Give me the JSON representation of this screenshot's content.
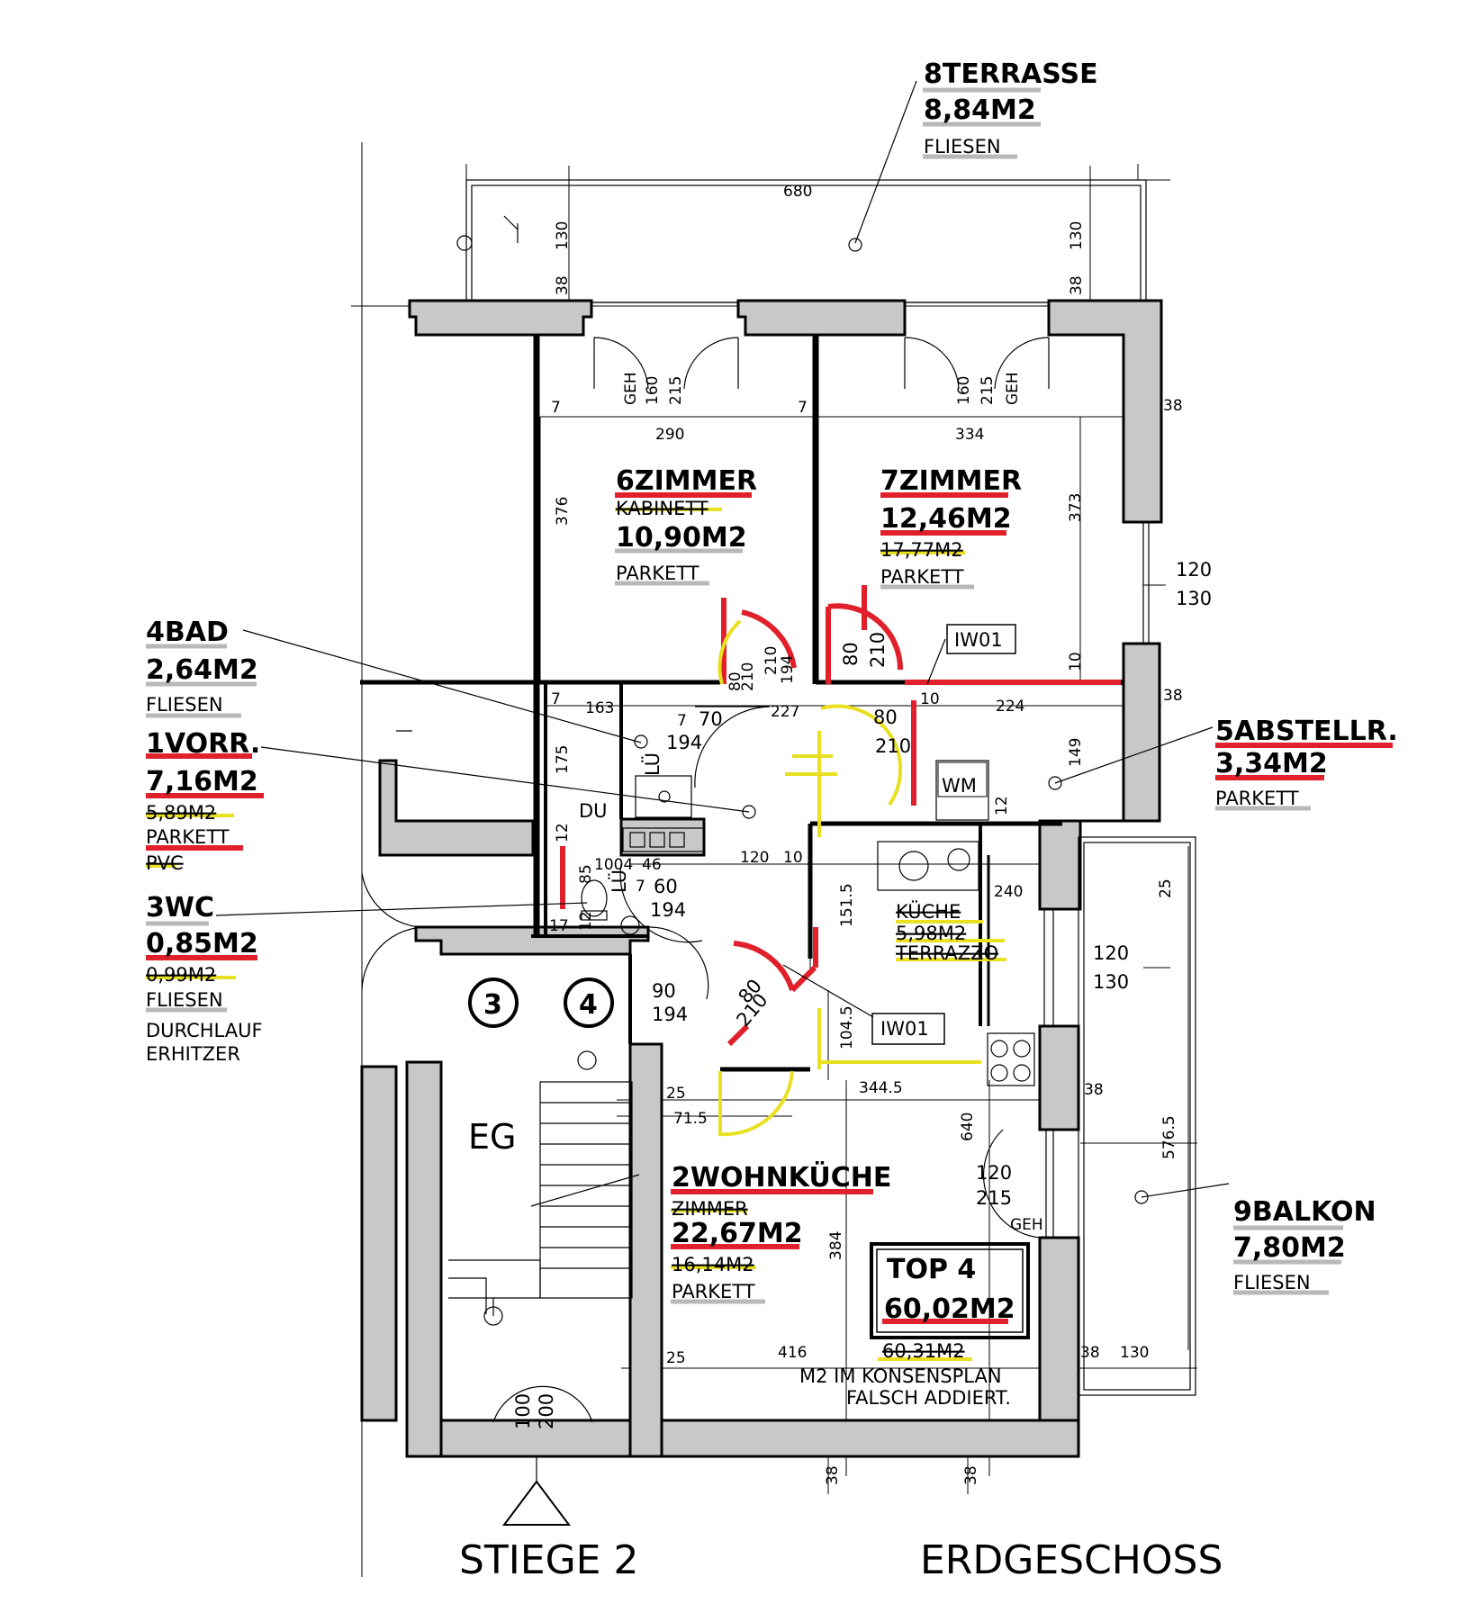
{
  "rooms": {
    "terrasse": {
      "name": "8TERRASSE",
      "area": "8,84M2",
      "floor": "FLIESEN"
    },
    "zimmer6": {
      "name": "6ZIMMER",
      "old_name": "KABINETT",
      "area": "10,90M2",
      "floor": "PARKETT"
    },
    "zimmer7": {
      "name": "7ZIMMER",
      "area": "12,46M2",
      "old_area": "17,77M2",
      "floor": "PARKETT"
    },
    "bad": {
      "name": "4BAD",
      "area": "2,64M2",
      "floor": "FLIESEN"
    },
    "vorr": {
      "name": "1VORR.",
      "area": "7,16M2",
      "old_area": "5,89M2",
      "floor": "PARKETT",
      "old_floor": "PVC"
    },
    "wc": {
      "name": "3WC",
      "area": "0,85M2",
      "old_area": "0,99M2",
      "floor": "FLIESEN",
      "note1": "DURCHLAUF",
      "note2": "ERHITZER"
    },
    "abstellr": {
      "name": "5ABSTELLR.",
      "area": "3,34M2",
      "floor": "PARKETT"
    },
    "kueche": {
      "name": "KÜCHE",
      "area": "5,98M2",
      "floor": "TERRAZZO"
    },
    "wohnkueche": {
      "name": "2WOHNKÜCHE",
      "old_name": "ZIMMER",
      "area": "22,67M2",
      "old_area": "16,14M2",
      "floor": "PARKETT"
    },
    "balkon": {
      "name": "9BALKON",
      "area": "7,80M2",
      "floor": "FLIESEN"
    }
  },
  "top": {
    "label": "TOP 4",
    "area": "60,02M2",
    "old_area": "60,31M2",
    "note1": "M2 IM KONSENSPLAN",
    "note2": "FALSCH ADDIERT."
  },
  "labels": {
    "du": "DU",
    "wm": "WM",
    "iw1": "IW01",
    "iw2": "IW01",
    "eg": "EG",
    "stair3": "3",
    "stair4": "4",
    "lue1": "LÜ",
    "lue2": "LÜ",
    "geh1": "GEH",
    "geh2": "GEH",
    "geh3": "GEH"
  },
  "footer": {
    "left": "STIEGE 2",
    "right": "ERDGESCHOSS"
  },
  "dims": {
    "d680": "680",
    "d130a": "130",
    "d38a": "38",
    "d130b": "130",
    "d38b": "38",
    "d160a": "160",
    "d215a": "215",
    "d160b": "160",
    "d215b": "215",
    "d290": "290",
    "d334": "334",
    "d7a": "7",
    "d7b": "7",
    "d38c": "38",
    "d376": "376",
    "d373": "373",
    "d120a": "120",
    "d130c": "130",
    "d80a": "80",
    "d210a": "210",
    "d194a": "194",
    "d210b": "210",
    "d80b": "80",
    "d210c": "210",
    "d80c": "80",
    "d210d": "210",
    "d10a": "10",
    "d10b": "10",
    "d224": "224",
    "d38d": "38",
    "d7c": "7",
    "d163": "163",
    "d7d": "7",
    "d70": "70",
    "d194b": "194",
    "d227": "227",
    "d175": "175",
    "d149": "149",
    "d12a": "12",
    "d12b": "12",
    "d1004": "1004",
    "d85": "85",
    "d46": "46",
    "d7e": "7",
    "d60": "60",
    "d194c": "194",
    "d120b": "120",
    "d10c": "10",
    "d151": "151.5",
    "d240": "240",
    "d25a": "25",
    "d120c": "120",
    "d130d": "130",
    "d17": "17",
    "d12c": "12",
    "d90": "90",
    "d194d": "194",
    "d80d": "80",
    "d210e": "210",
    "d104": "104.5",
    "d344": "344.5",
    "d38e": "38",
    "d25b": "25",
    "d715": "71.5",
    "d640": "640",
    "d576": "576.5",
    "d120d": "120",
    "d215c": "215",
    "d384": "384",
    "d416": "416",
    "d25c": "25",
    "d38f": "38",
    "d130e": "130",
    "d38g": "38",
    "d38h": "38",
    "d100": "100",
    "d200": "200"
  }
}
